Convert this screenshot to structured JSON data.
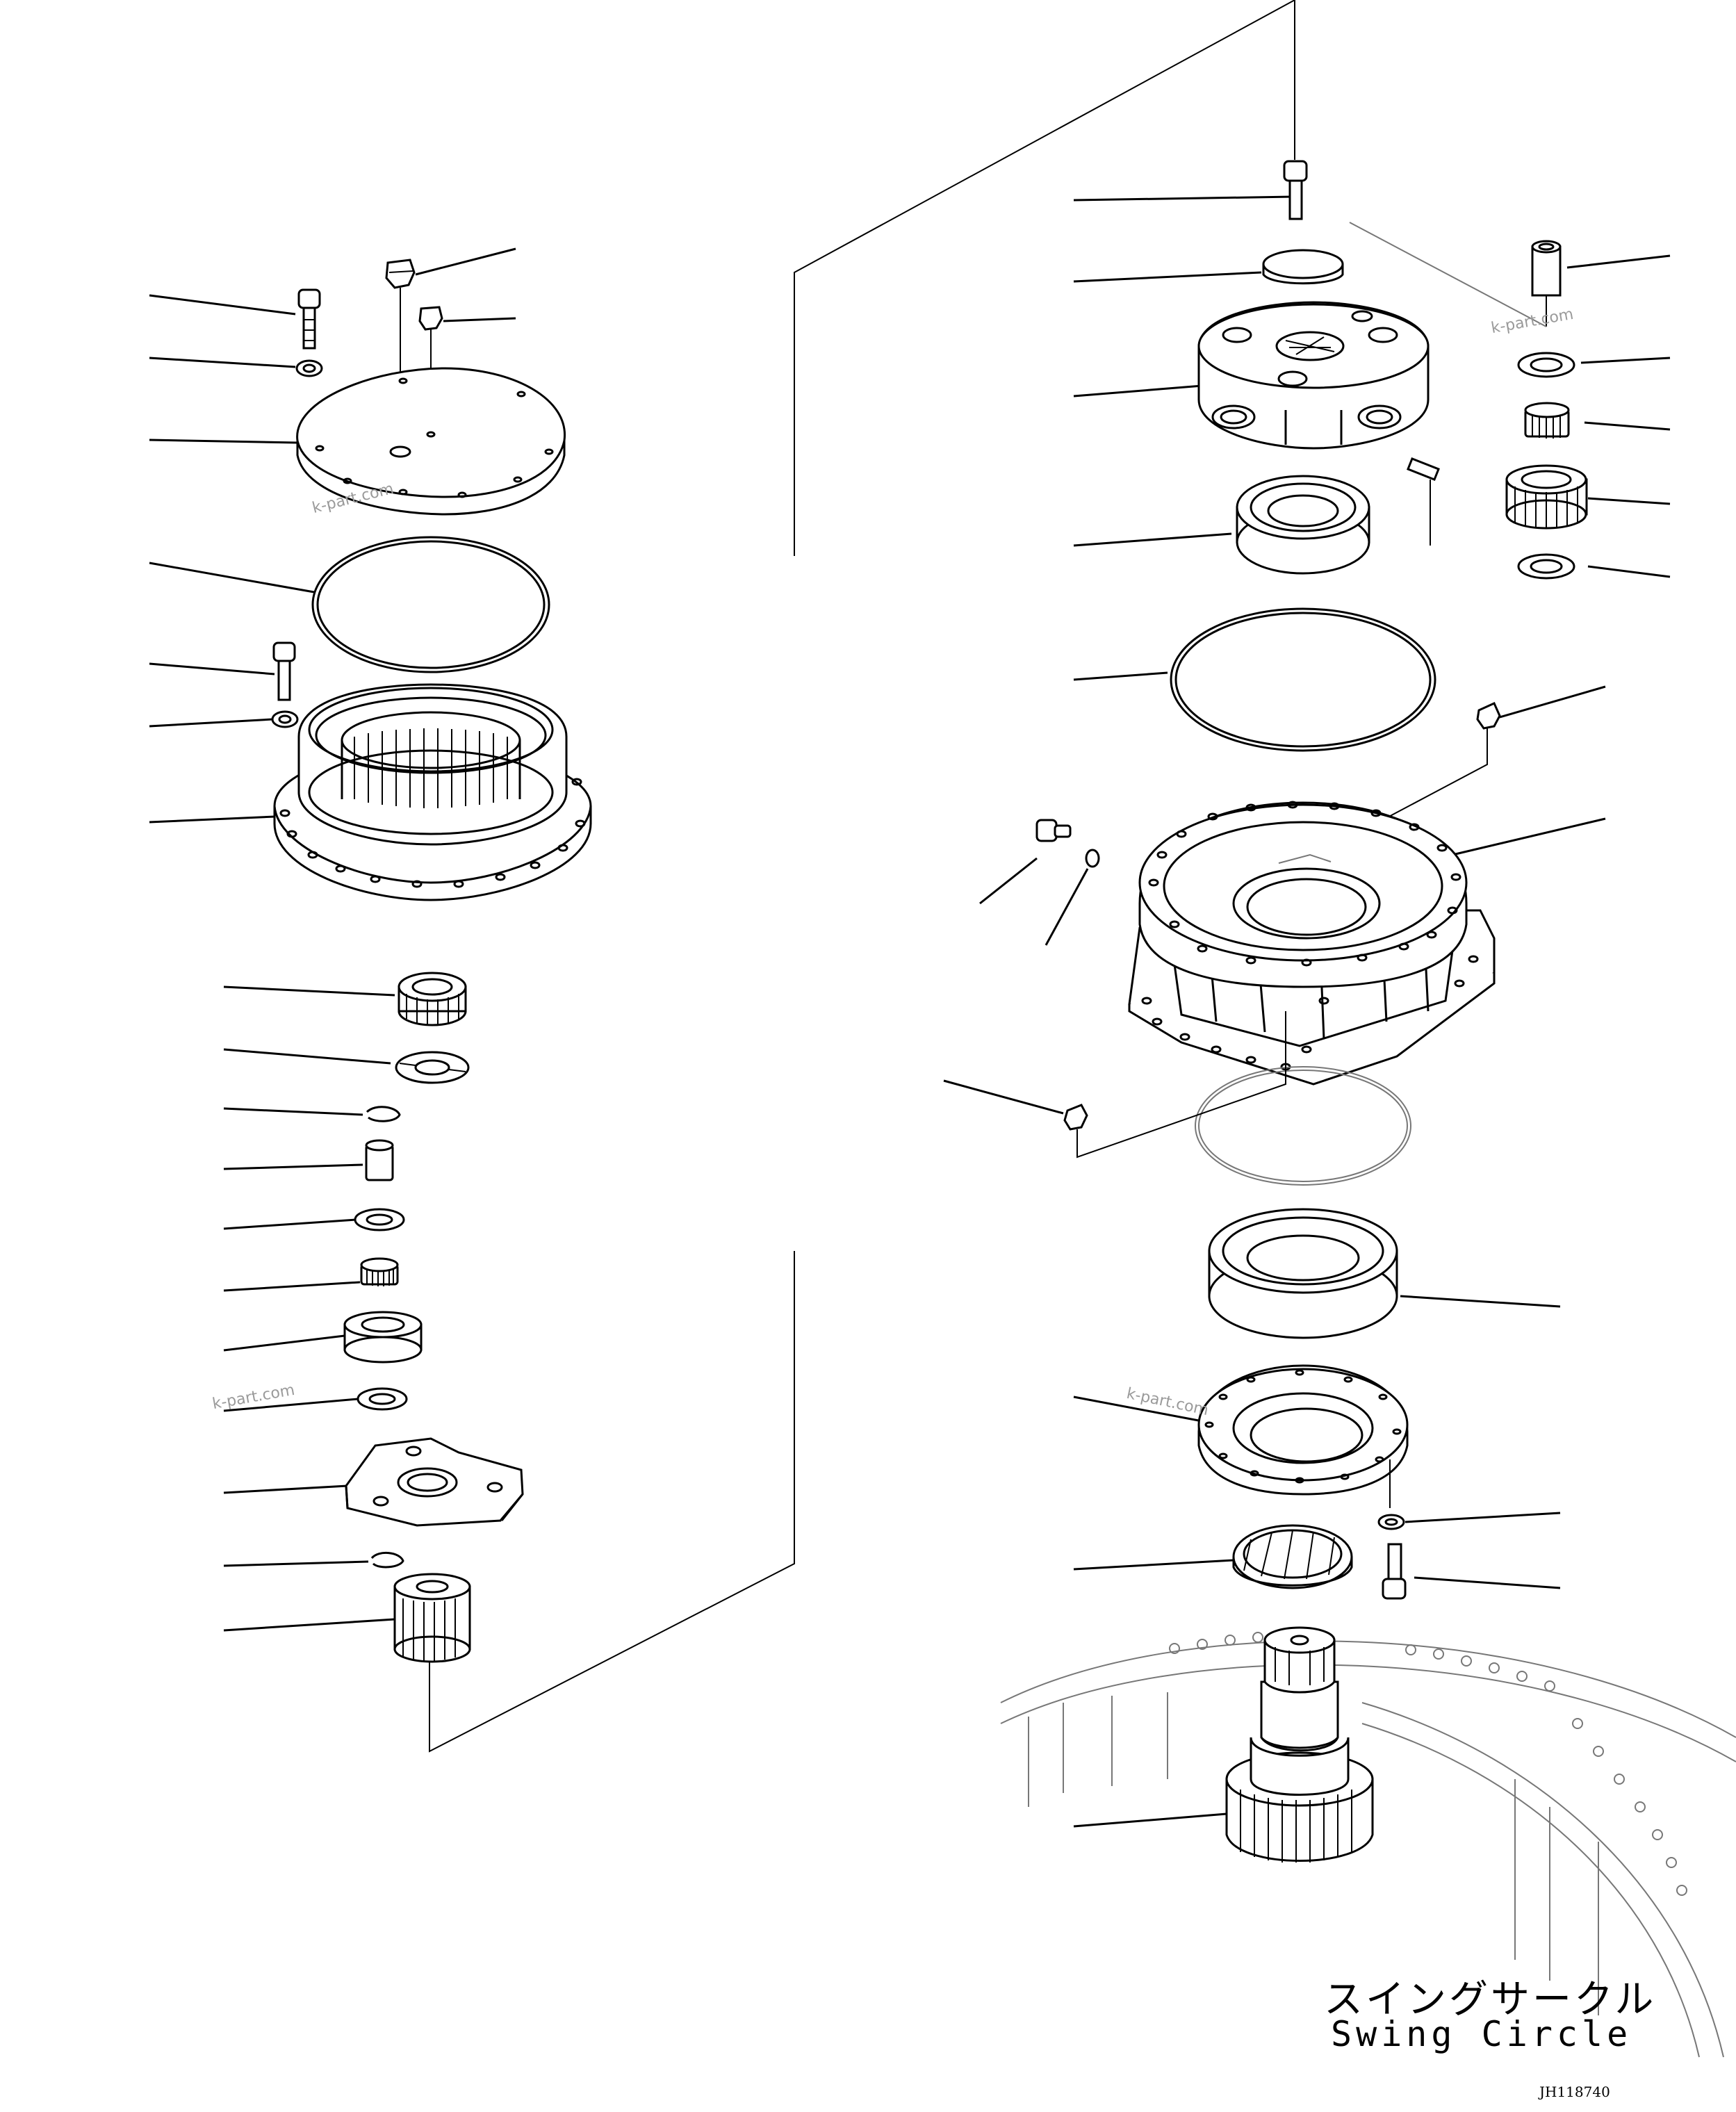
{
  "diagram": {
    "label_japanese": "スイングサークル",
    "label_english": "Swing Circle",
    "drawing_number": "JH118740",
    "watermarks": [
      "k-part.com",
      "k-part.com",
      "k-part.com",
      "k-part.com"
    ]
  }
}
